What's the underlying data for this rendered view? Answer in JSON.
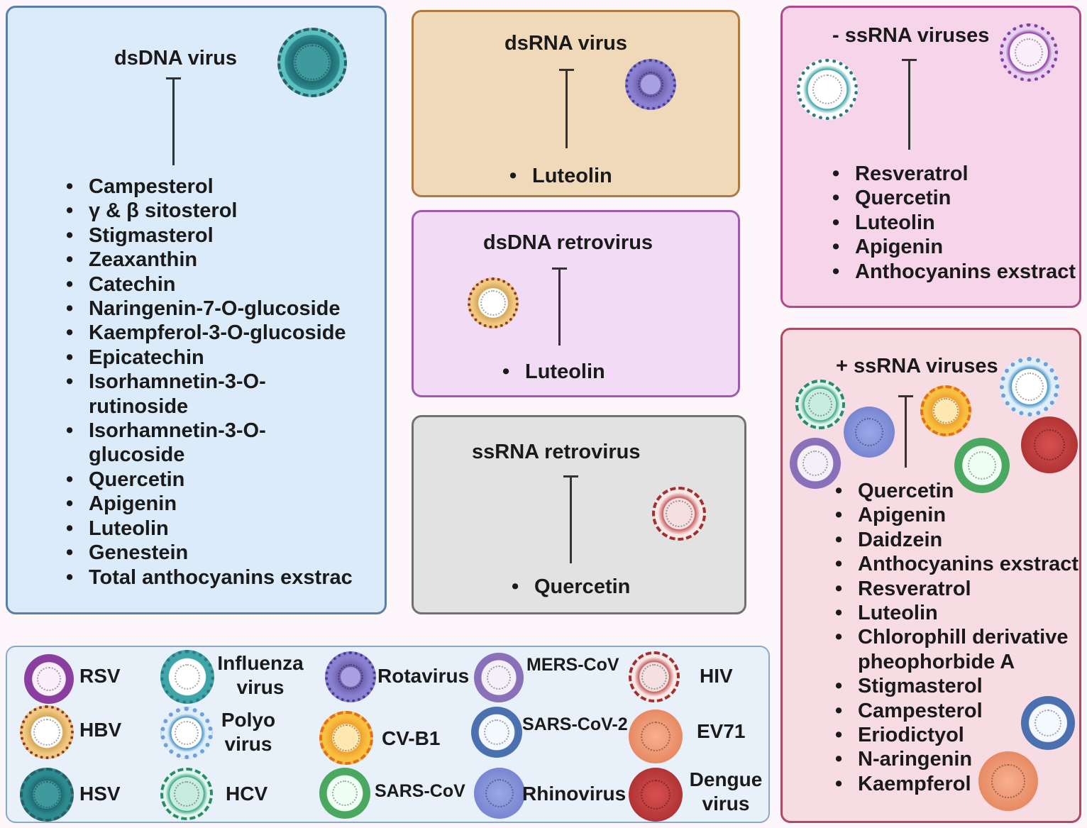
{
  "panels": {
    "dsdna": {
      "title": "dsDNA virus",
      "items": [
        "Campesterol",
        "γ & β sitosterol",
        "Stigmasterol",
        "Zeaxanthin",
        "Catechin",
        "Naringenin-7-O-glucoside",
        "Kaempferol-3-O-glucoside",
        "Epicatechin",
        "Isorhamnetin-3-O-rutinoside",
        "Isorhamnetin-3-O-glucoside",
        "Quercetin",
        "Apigenin",
        "Luteolin",
        "Genestein",
        "Total anthocyanins exstrac"
      ]
    },
    "dsrna": {
      "title": "dsRNA virus",
      "items": [
        "Luteolin"
      ]
    },
    "dsdna_retro": {
      "title": "dsDNA retrovirus",
      "items": [
        "Luteolin"
      ]
    },
    "ssrna_retro": {
      "title": "ssRNA retrovirus",
      "items": [
        "Quercetin"
      ]
    },
    "neg_ssrna": {
      "title": "- ssRNA viruses",
      "items": [
        "Resveratrol",
        "Quercetin",
        "Luteolin",
        "Apigenin",
        "Anthocyanins exstract"
      ]
    },
    "pos_ssrna": {
      "title": "+ ssRNA viruses",
      "items": [
        "Quercetin",
        "Apigenin",
        "Daidzein",
        "Anthocyanins exstract",
        "Resveratrol",
        "Luteolin",
        "Chlorophill derivative pheophorbide A",
        "Stigmasterol",
        "Campesterol",
        "Eriodictyol",
        "N-aringenin",
        "Kaempferol"
      ]
    }
  },
  "legend": [
    {
      "label": "RSV",
      "icon": "rsv-virus-icon",
      "color": "#8a3fa0"
    },
    {
      "label": "Influenza\nvirus",
      "icon": "influenza-virus-icon",
      "color": "#3fa5a8"
    },
    {
      "label": "Rotavirus",
      "icon": "rotavirus-icon",
      "color": "#6a5aa8"
    },
    {
      "label": "MERS-CoV",
      "icon": "mers-cov-icon",
      "color": "#8a70b8"
    },
    {
      "label": "HIV",
      "icon": "hiv-icon",
      "color": "#b8403f"
    },
    {
      "label": "HBV",
      "icon": "hbv-icon",
      "color": "#c8843f"
    },
    {
      "label": "Polyo\nvirus",
      "icon": "polio-virus-icon",
      "color": "#6fa0d8"
    },
    {
      "label": "CV-B1",
      "icon": "cv-b1-icon",
      "color": "#f0a030"
    },
    {
      "label": "SARS-CoV-2",
      "icon": "sars-cov-2-icon",
      "color": "#4a70b0"
    },
    {
      "label": "EV71",
      "icon": "ev71-icon",
      "color": "#e8956a"
    },
    {
      "label": "HSV",
      "icon": "hsv-icon",
      "color": "#2a7a80"
    },
    {
      "label": "HCV",
      "icon": "hcv-icon",
      "color": "#3fa88a"
    },
    {
      "label": "SARS-CoV",
      "icon": "sars-cov-icon",
      "color": "#4aa860"
    },
    {
      "label": "Rhinovirus",
      "icon": "rhinovirus-icon",
      "color": "#7080c8"
    },
    {
      "label": "Dengue\nvirus",
      "icon": "dengue-virus-icon",
      "color": "#c04040"
    }
  ]
}
